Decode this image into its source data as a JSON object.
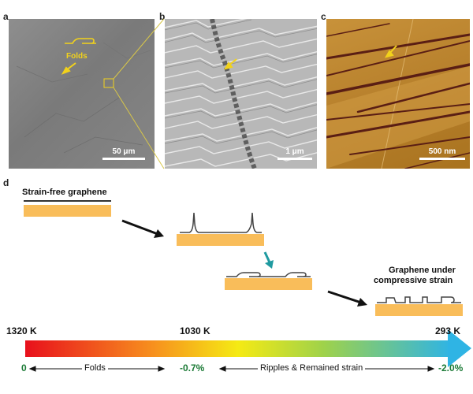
{
  "panels": {
    "a": {
      "letter": "a",
      "annotation": "Folds",
      "scalebar": "50 μm"
    },
    "b": {
      "letter": "b",
      "scalebar": "1 μm"
    },
    "c": {
      "letter": "c",
      "scalebar": "500 nm"
    },
    "d": {
      "letter": "d"
    }
  },
  "schematic": {
    "strain_free_label": "Strain-free graphene",
    "compressive_label_line1": "Graphene under",
    "compressive_label_line2": "compressive strain"
  },
  "temperature_bar": {
    "temps": [
      "1320 K",
      "1030 K",
      "293 K"
    ],
    "strains": [
      "0",
      "-0.7%",
      "-2.0%"
    ],
    "ranges": [
      "Folds",
      "Ripples & Remained strain"
    ]
  },
  "colors": {
    "annotation_yellow": "#f2d21b",
    "substrate_orange": "#f9bd5a",
    "teal_arrow": "#1f9aa0",
    "strain_green": "#1b7a36",
    "bar_end_blue": "#2fb4e4"
  }
}
